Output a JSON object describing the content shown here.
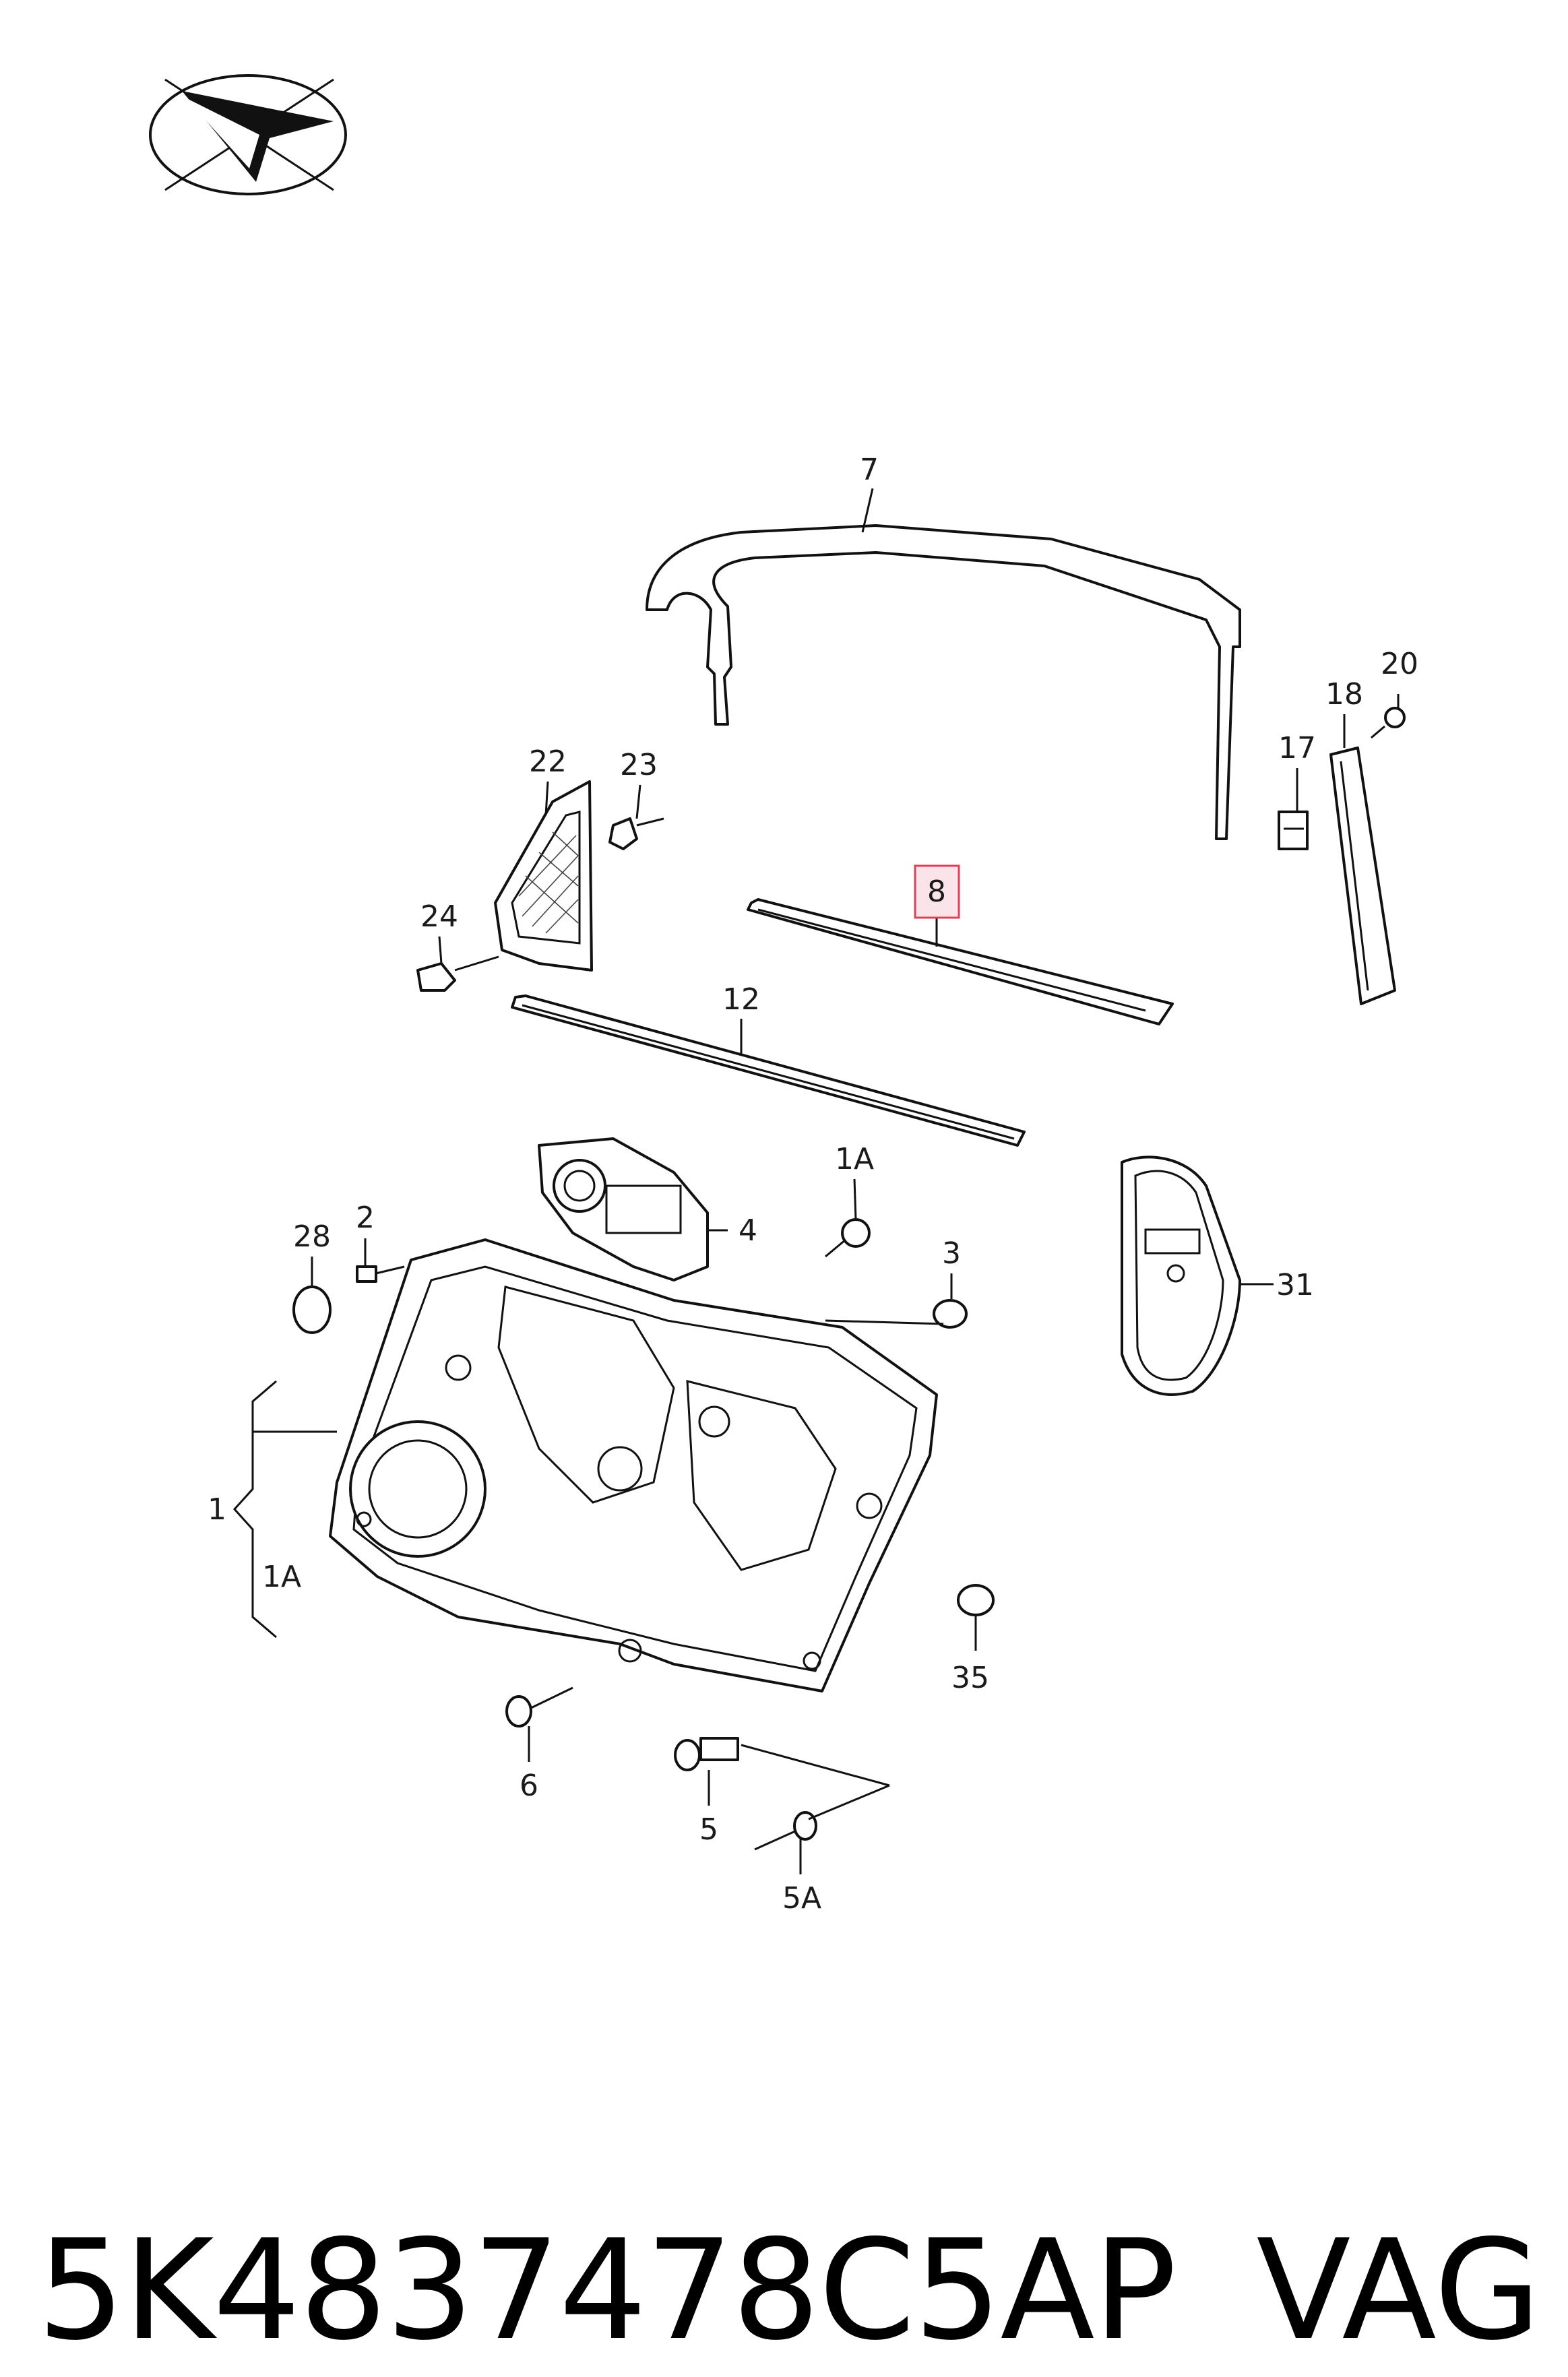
{
  "logo": {
    "icon": "paper-plane-logo-icon"
  },
  "callouts": {
    "c7": "7",
    "c20": "20",
    "c18": "18",
    "c17": "17",
    "c22": "22",
    "c23": "23",
    "c8": "8",
    "c24": "24",
    "c12": "12",
    "c1A_top": "1A",
    "c4": "4",
    "c28": "28",
    "c2": "2",
    "c3": "3",
    "c31": "31",
    "c1": "1",
    "c1A_bracket": "1A",
    "c35": "35",
    "c6": "6",
    "c5": "5",
    "c5A": "5A"
  },
  "highlight": {
    "callout": "8",
    "color": "#e0405a",
    "fill": "#fbe3ea"
  },
  "footer": {
    "part_number": "5K4837478C5AP",
    "brand": "VAG"
  }
}
